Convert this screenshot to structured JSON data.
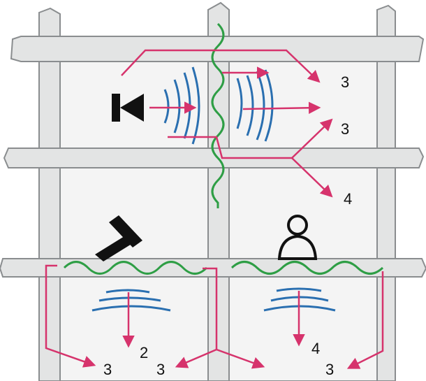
{
  "colors": {
    "background": "#ffffff",
    "structure_fill": "#e3e4e4",
    "structure_stroke": "#8a8d8f",
    "room_fill": "#f4f4f4",
    "sound_path": "#d6336c",
    "vibration_wave": "#2e9e45",
    "sound_wave": "#2a6fb0",
    "symbol": "#111111"
  },
  "icons": {
    "sound_source": "loudspeaker-icon",
    "impact_source": "hammer-icon",
    "listener": "person-icon"
  },
  "labels": {
    "top_right_upper": "3",
    "top_right_lower": "3",
    "middle_right": "4",
    "bottom_left_a": "3",
    "bottom_left_b": "2",
    "bottom_center": "3",
    "bottom_right_a": "4",
    "bottom_right_b": "3"
  }
}
